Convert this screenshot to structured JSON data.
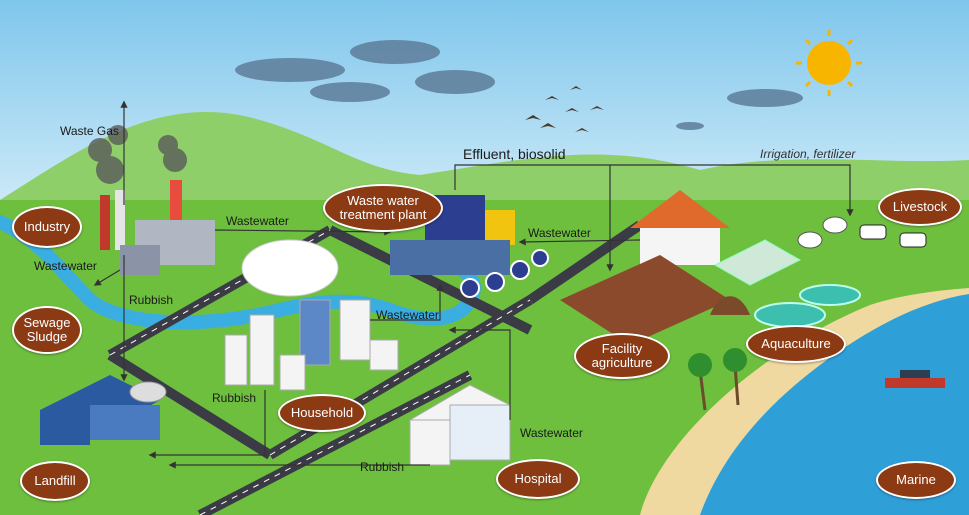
{
  "colors": {
    "sky": "#9fd3ef",
    "grass": "#6fbf3f",
    "river": "#3aaee0",
    "road": "#3b3b45",
    "label_bg": "#8b3a14",
    "sea": "#2f9fd8",
    "sand": "#f0d9a0"
  },
  "nodes": {
    "industry": "Industry",
    "sewage": "Sewage\nSludge",
    "landfill": "Landfill",
    "household": "Household",
    "hospital": "Hospital",
    "wwtp": "Waste water\ntreatment plant",
    "facility": "Facility\nagriculture",
    "aquaculture": "Aquaculture",
    "livestock": "Livestock",
    "marine": "Marine"
  },
  "flows": {
    "waste_gas": "Waste Gas",
    "wastewater_industry_plant": "Wastewater",
    "wastewater_industry_left": "Wastewater",
    "rubbish_industry": "Rubbish",
    "effluent": "Effluent, biosolid",
    "irrigation": "Irrigation, fertilizer",
    "wastewater_farm": "Wastewater",
    "wastewater_household": "Wastewater",
    "rubbish_household": "Rubbish",
    "wastewater_hospital": "Wastewater",
    "rubbish_hospital": "Rubbish"
  }
}
